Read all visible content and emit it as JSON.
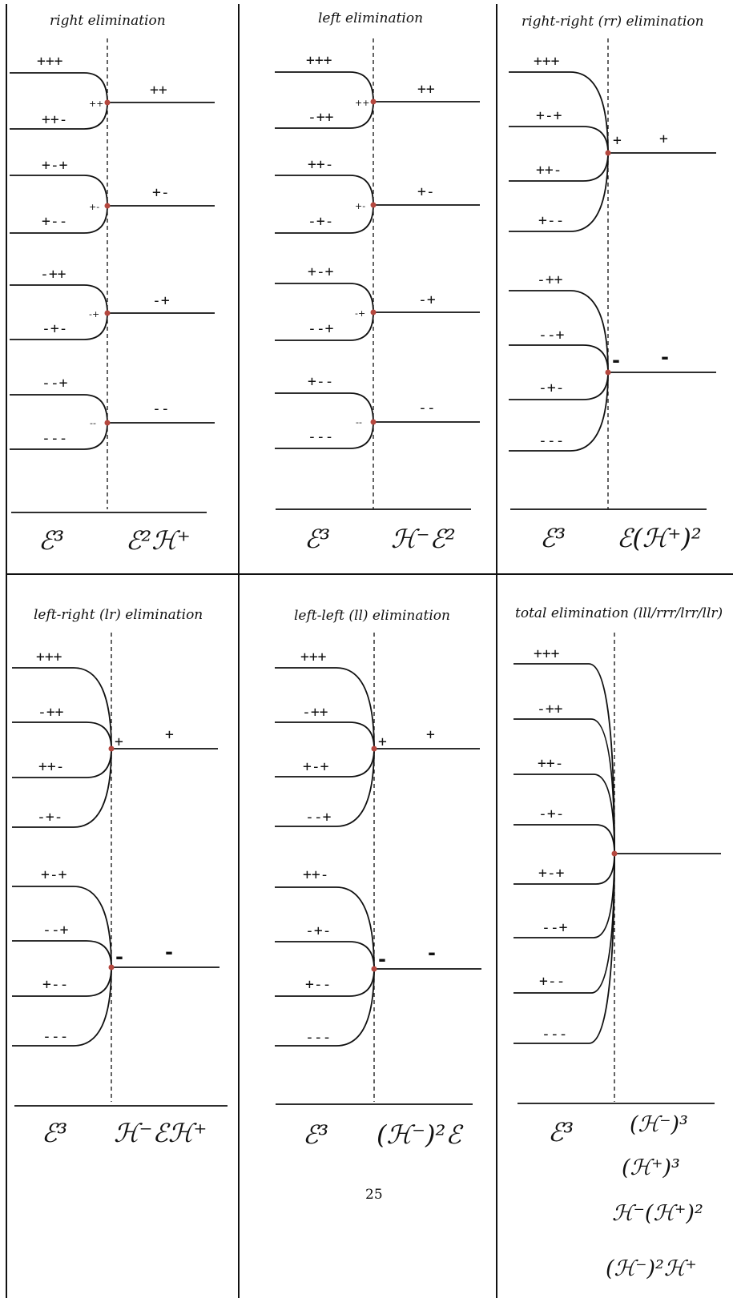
{
  "panels": [
    {
      "title": "right elimination",
      "inputs": [
        "+++",
        "++-",
        "+-+",
        "+--",
        "-++",
        "-+-",
        "--+",
        "---"
      ],
      "junction_labels": [
        "++",
        "+-",
        "-+",
        "--"
      ],
      "outputs": [
        "++",
        "+-",
        "-+",
        "--"
      ],
      "bottom_left": "ℰ³",
      "bottom_right": "ℰ²ℋ⁺"
    },
    {
      "title": "left elimination",
      "inputs": [
        "+++",
        "-++",
        "++-",
        "-+-",
        "+-+",
        "--+",
        "+--",
        "---"
      ],
      "junction_labels": [
        "++",
        "+-",
        "-+",
        "--"
      ],
      "outputs": [
        "++",
        "+-",
        "-+",
        "--"
      ],
      "bottom_left": "ℰ³",
      "bottom_right": "ℋ⁻ℰ²"
    },
    {
      "title": "right-right (rr) elimination",
      "inputs": [
        "+++",
        "+-+",
        "++-",
        "+--",
        "-++",
        "--+",
        "-+-",
        "---"
      ],
      "junction_labels": [
        "+",
        "-"
      ],
      "outputs": [
        "+",
        "-"
      ],
      "bottom_left": "ℰ³",
      "bottom_right": "ℰ(ℋ⁺)²"
    },
    {
      "title": "left-right (lr) elimination",
      "inputs": [
        "+++",
        "-++",
        "++-",
        "-+-",
        "+-+",
        "--+",
        "+--",
        "---"
      ],
      "junction_labels": [
        "+",
        "-"
      ],
      "outputs": [
        "+",
        "-"
      ],
      "bottom_left": "ℰ³",
      "bottom_right": "ℋ⁻ℰℋ⁺"
    },
    {
      "title": "left-left (ll) elimination",
      "inputs": [
        "+++",
        "-++",
        "+-+",
        "--+",
        "++-",
        "-+-",
        "+--",
        "---"
      ],
      "junction_labels": [
        "+",
        "-"
      ],
      "outputs": [
        "+",
        "-"
      ],
      "bottom_left": "ℰ³",
      "bottom_right": "(ℋ⁻)²ℰ"
    },
    {
      "title": "total elimination (lll/rrr/lrr/llr)",
      "inputs": [
        "+++",
        "-++",
        "++-",
        "-+-",
        "+-+",
        "--+",
        "+--",
        "---"
      ],
      "junction_labels": [],
      "outputs": [],
      "bottom_left": "ℰ³",
      "bottom_right_lines": [
        "(ℋ⁻)³",
        "(ℋ⁺)³",
        "ℋ⁻(ℋ⁺)²",
        "(ℋ⁻)²ℋ⁺"
      ]
    }
  ],
  "page_number": "25",
  "colors": {
    "line": "#111111",
    "junction_dot": "#b5483f"
  }
}
